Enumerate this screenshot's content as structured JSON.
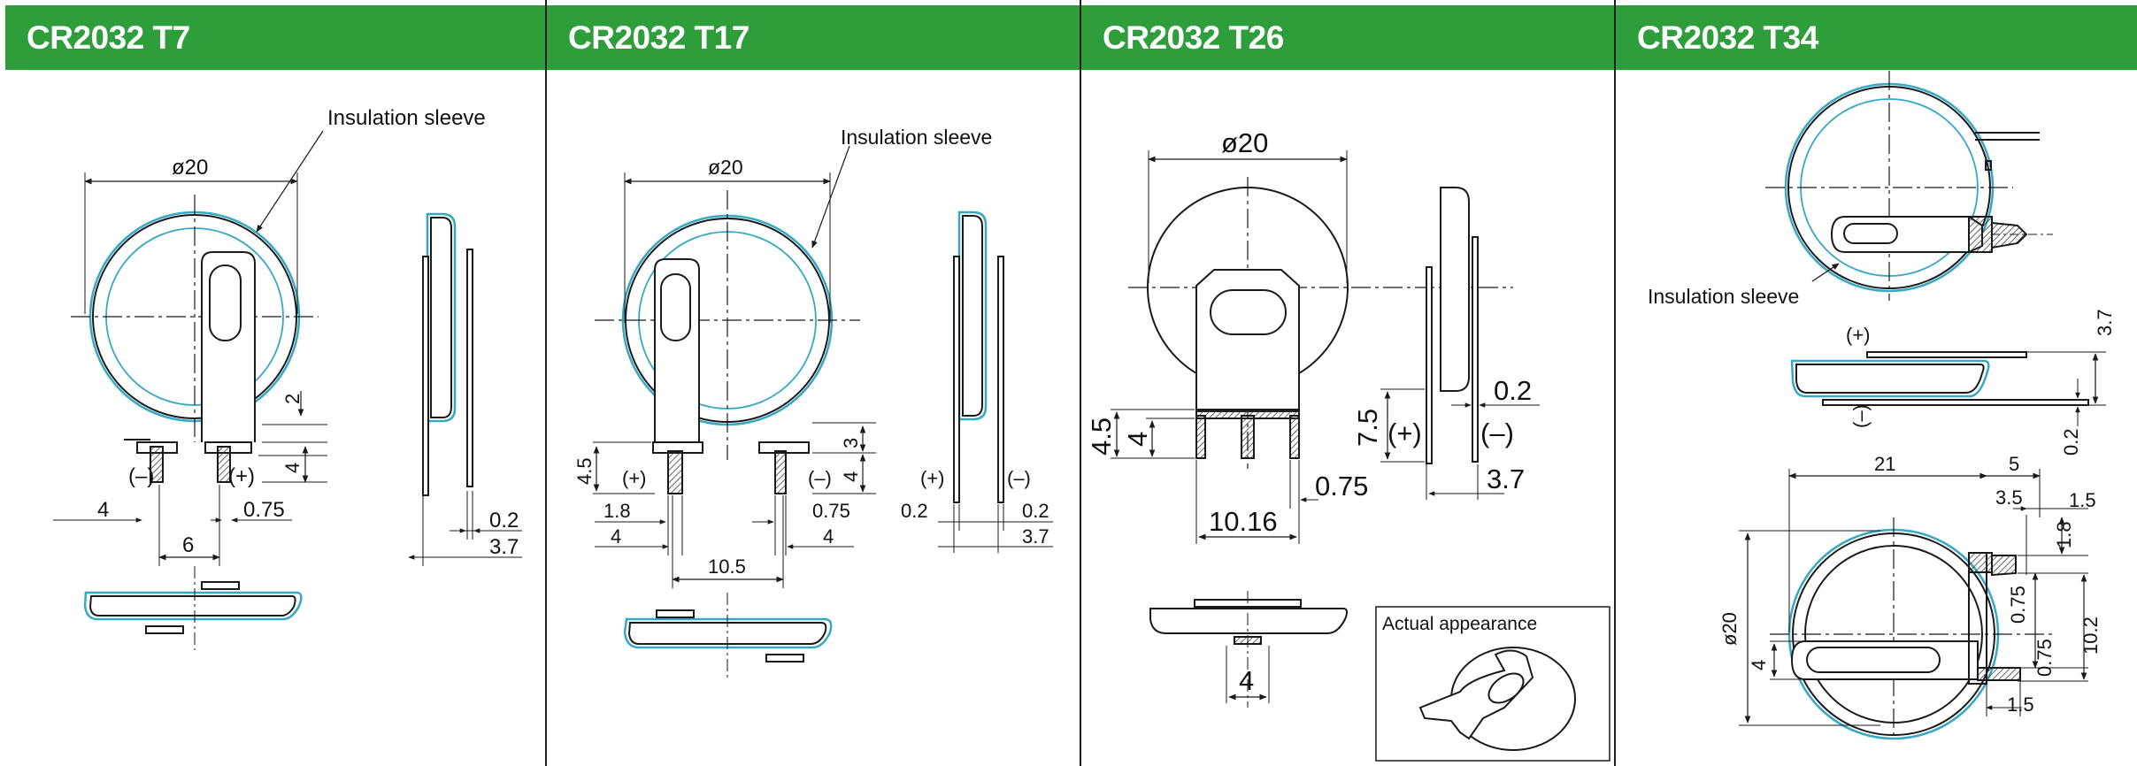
{
  "theme": {
    "header_color": "#2e9e3a",
    "sleeve_color": "#35a8c4",
    "line_color": "#1a1a1a"
  },
  "panels": [
    {
      "title": "CR2032 T7",
      "labels": {
        "sleeve": "Insulation sleeve",
        "dia": "ø20",
        "neg": "(–)",
        "pos": "(+)",
        "d2": "2",
        "d4a": "4",
        "d4b": "4",
        "d075": "0.75",
        "d6": "6",
        "d02": "0.2",
        "d37": "3.7"
      }
    },
    {
      "title": "CR2032 T17",
      "labels": {
        "sleeve": "Insulation sleeve",
        "dia": "ø20",
        "d45": "4.5",
        "pos": "(+)",
        "d3": "3",
        "d4": "4",
        "neg": "(–)",
        "d18": "1.8",
        "d4a": "4",
        "d075": "0.75",
        "d4b": "4",
        "d105": "10.5",
        "spos": "(+)",
        "sneg": "(–)",
        "d02a": "0.2",
        "d02b": "0.2",
        "d37": "3.7"
      }
    },
    {
      "title": "CR2032 T26",
      "labels": {
        "dia": "ø20",
        "d45": "4.5",
        "d4": "4",
        "d075": "0.75",
        "d1016": "10.16",
        "d75": "7.5",
        "pos": "(+)",
        "neg": "(–)",
        "d02": "0.2",
        "d37": "3.7",
        "d4b": "4",
        "actual": "Actual appearance"
      }
    },
    {
      "title": "CR2032 T34",
      "labels": {
        "sleeve": "Insulation sleeve",
        "pos": "(+)",
        "neg": "(–)",
        "d37": "3.7",
        "d02": "0.2",
        "d21": "21",
        "d5": "5",
        "d35": "3.5",
        "d15a": "1.5",
        "d18": "1.8",
        "d075a": "0.75",
        "d075b": "0.75",
        "d102": "10.2",
        "dia": "ø20",
        "d4": "4",
        "d15b": "1.5"
      }
    }
  ]
}
